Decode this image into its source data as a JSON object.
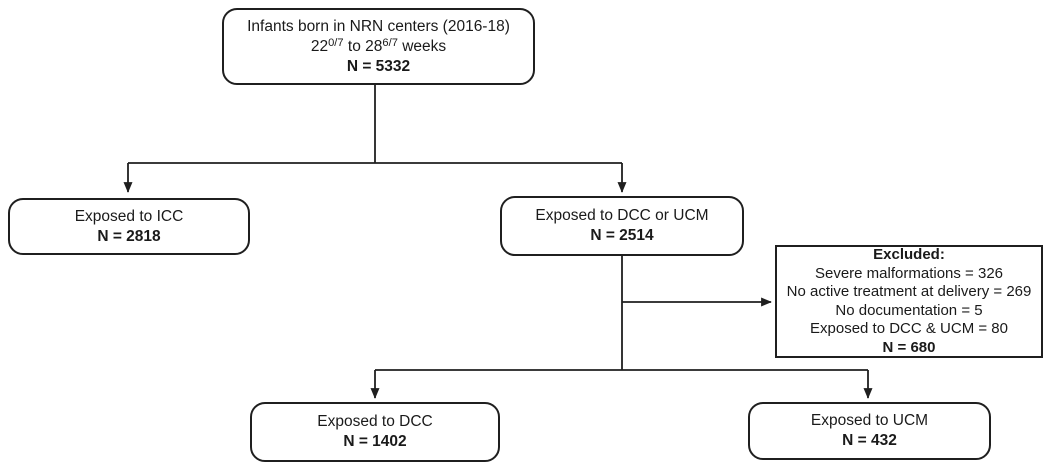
{
  "diagram": {
    "type": "flowchart",
    "description": "CONSORT-style infant cohort flow diagram",
    "line_color": "#1f1f1f",
    "box_fill": "#ffffff"
  },
  "nodes": {
    "enrollment": {
      "line1": "Infants born in NRN centers (2016-18)",
      "ga_base1": "22",
      "ga_sup1": "0/7",
      "ga_mid": " to ",
      "ga_base2": "28",
      "ga_sup2": "6/7",
      "ga_tail": " weeks",
      "n": "N = 5332"
    },
    "icc": {
      "label": "Exposed to ICC",
      "n": "N = 2818"
    },
    "dcc_ucm": {
      "label": "Exposed to DCC or UCM",
      "n": "N = 2514"
    },
    "excluded": {
      "title": "Excluded:",
      "items": [
        "Severe malformations = 326",
        "No active treatment at delivery = 269",
        "No documentation = 5",
        "Exposed to DCC & UCM = 80"
      ],
      "n": "N = 680"
    },
    "dcc": {
      "label": "Exposed to DCC",
      "n": "N = 1402"
    },
    "ucm": {
      "label": "Exposed to UCM",
      "n": "N = 432"
    }
  }
}
